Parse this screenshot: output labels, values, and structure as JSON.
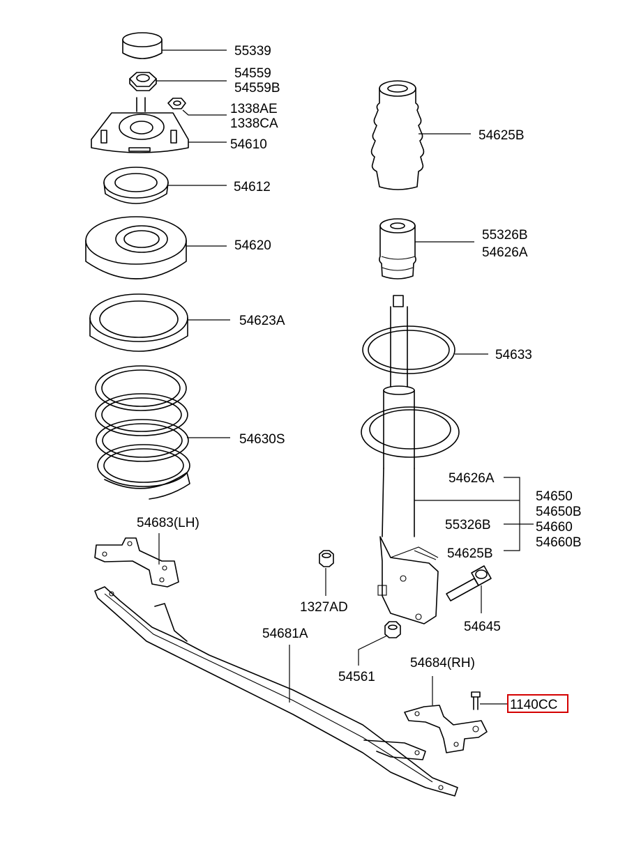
{
  "diagram": {
    "labels": {
      "p55339": "55339",
      "p54559": "54559",
      "p54559b": "54559B",
      "p1338ae": "1338AE",
      "p1338ca": "1338CA",
      "p54610": "54610",
      "p54612": "54612",
      "p54620": "54620",
      "p54623a": "54623A",
      "p54630s": "54630S",
      "p54625b_top": "54625B",
      "p55326b_top": "55326B",
      "p54626a_top": "54626A",
      "p54633": "54633",
      "p54626a_grp": "54626A",
      "p55326b_grp": "55326B",
      "p54625b_grp": "54625B",
      "p54650": "54650",
      "p54650b": "54650B",
      "p54660": "54660",
      "p54660b": "54660B",
      "p54683lh": "54683(LH)",
      "p1327ad": "1327AD",
      "p54645": "54645",
      "p54681a": "54681A",
      "p54561": "54561",
      "p54684rh": "54684(RH)",
      "p1140cc": "1140CC"
    },
    "highlight_color": "#d40000"
  }
}
